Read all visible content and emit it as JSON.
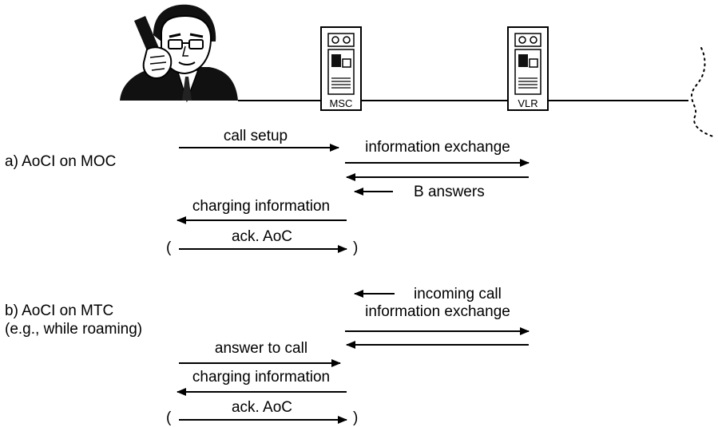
{
  "entities": {
    "msc_label": "MSC",
    "vlr_label": "VLR"
  },
  "scenario_a": {
    "title": "a) AoCI on MOC",
    "call_setup": "call setup",
    "info_exchange": "information exchange",
    "b_answers": "B answers",
    "charging_info": "charging information",
    "ack_aoc": "ack. AoC",
    "paren_open": "(",
    "paren_close": ")"
  },
  "scenario_b": {
    "title_line1": "b) AoCI on MTC",
    "title_line2": "(e.g., while roaming)",
    "incoming_call": "incoming call",
    "info_exchange": "information exchange",
    "answer_to_call": "answer to call",
    "charging_info": "charging information",
    "ack_aoc": "ack. AoC",
    "paren_open": "(",
    "paren_close": ")"
  },
  "icons": [
    "person-on-phone-icon",
    "msc-switch-icon",
    "vlr-switch-icon",
    "network-cloud-icon"
  ]
}
